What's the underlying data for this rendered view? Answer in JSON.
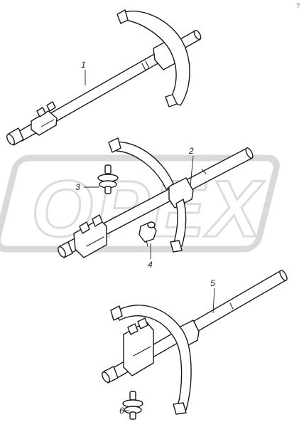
{
  "watermark": {
    "text": "OPEX",
    "color": "#d9d9d9"
  },
  "corner_mark": "?",
  "callouts": [
    {
      "id": "1",
      "label": "1"
    },
    {
      "id": "2",
      "label": "2"
    },
    {
      "id": "3",
      "label": "3"
    },
    {
      "id": "4",
      "label": "4"
    },
    {
      "id": "5",
      "label": "5"
    },
    {
      "id": "6",
      "label": "6"
    }
  ],
  "colors": {
    "line": "#1a1a1a",
    "background": "#ffffff",
    "watermark": "#d9d9d9"
  }
}
